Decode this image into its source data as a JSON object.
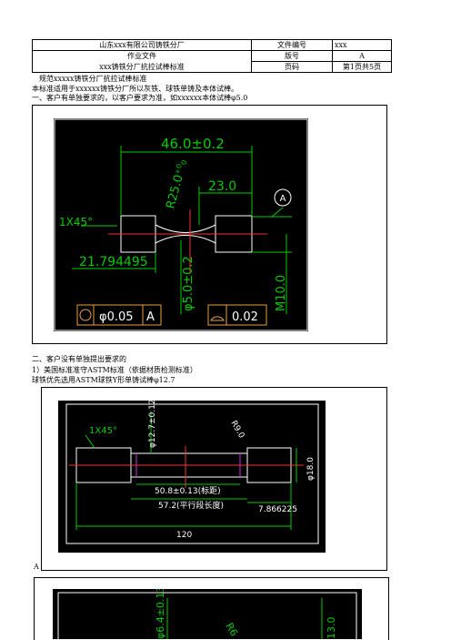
{
  "header": {
    "company": "山东xxx有限公司铸铁分厂",
    "doc_type": "作业文件",
    "doc_title": "xxx铸铁分厂抗拉试棒标准",
    "label_doc_no": "文件编号",
    "value_doc_no": "xxx",
    "label_version": "版号",
    "value_version": "A",
    "label_page": "页码",
    "value_page": "第1页共5页"
  },
  "body": {
    "line1": "规范xxxxx铸铁分厂抗拉试棒标准",
    "line2": "本标准适用于xxxxxx铸铁分厂所以灰铁、球铁单铸及本体试棒。",
    "line3": "一、客户有单独要求的，以客户要求为准，如xxxxxx本体试棒φ5.0",
    "section2": "二、客户没有单独提出要求的",
    "section2_1": "1）美国标准准守ASTM标准（依据材质检测标准）",
    "section2_2": "球铁优先选用ASTM球铁Y形单铸试棒φ12.7",
    "stray": "A"
  },
  "drawing1": {
    "dim_total": "46.0±0.2",
    "dim_radius": "R25.0⁺⁰₀",
    "dim_right": "23.0",
    "datum": "A",
    "chamfer": "1X45°",
    "dim_left": "21.794495",
    "dim_dia": "φ5.0±0.2",
    "dim_m10": "M10.0",
    "tol1_value": "φ0.05",
    "tol1_datum": "A",
    "tol2_value": "0.02"
  },
  "drawing2": {
    "chamfer": "1X45°",
    "dim_dia": "φ12.7±0.125",
    "dim_radius": "R9.0",
    "dim_end": "φ18.0",
    "dim_gauge": "50.8±0.13(标距)",
    "dim_parallel": "57.2(平行段长度)",
    "dim_end_len": "7.866225",
    "dim_total": "120"
  },
  "drawing3": {
    "dim_left": "φ6.4±0.13",
    "dim_radius": "R6",
    "dim_right": "13.0"
  }
}
